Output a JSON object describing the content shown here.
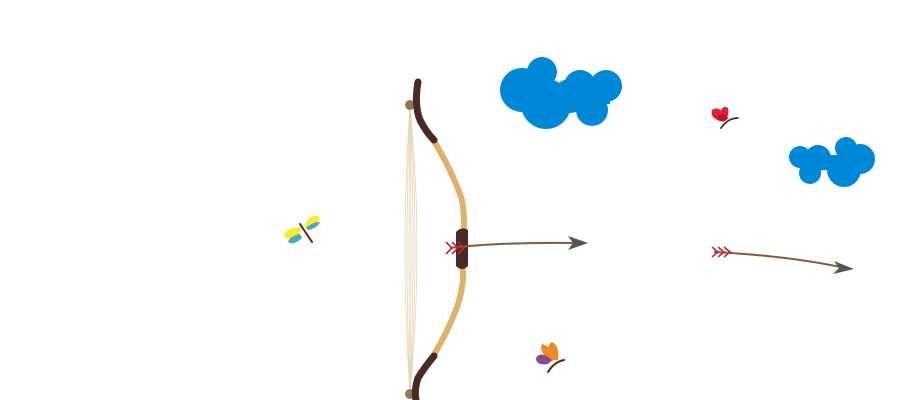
{
  "scene": {
    "background_color": "#ffffff"
  },
  "bow": {
    "icon": "bow-icon",
    "wood_color": "#4a2a26",
    "limb_color": "#d9b46a",
    "string_color": "#e6d6b6",
    "nock_color": "#8b7a55"
  },
  "arrows": [
    {
      "name": "nocked-arrow",
      "icon": "arrow-icon",
      "shaft_color": "#8a5a35",
      "head_color": "#555555",
      "fletching_color": "#c1272d"
    },
    {
      "name": "flying-arrow",
      "icon": "arrow-icon",
      "shaft_color": "#8a5a35",
      "head_color": "#555555",
      "fletching_color": "#c1272d"
    }
  ],
  "clouds": [
    {
      "name": "cloud-large",
      "icon": "cloud-icon",
      "color": "#0088d8"
    },
    {
      "name": "cloud-small",
      "icon": "cloud-icon",
      "color": "#0088d8"
    }
  ],
  "targets": [
    {
      "name": "butterfly-yellow-blue",
      "icon": "butterfly-icon",
      "wing_colors": [
        "#f5ec2a",
        "#4fa3c9"
      ],
      "body_color": "#6b1d1d"
    },
    {
      "name": "butterfly-red",
      "icon": "butterfly-icon",
      "wing_colors": [
        "#e0203b",
        "#c4102a"
      ],
      "body_color": "#6b1d1d"
    },
    {
      "name": "butterfly-orange-purple",
      "icon": "butterfly-icon",
      "wing_colors": [
        "#ec8a2c",
        "#8a4b8c"
      ],
      "body_color": "#6b1d1d"
    }
  ]
}
